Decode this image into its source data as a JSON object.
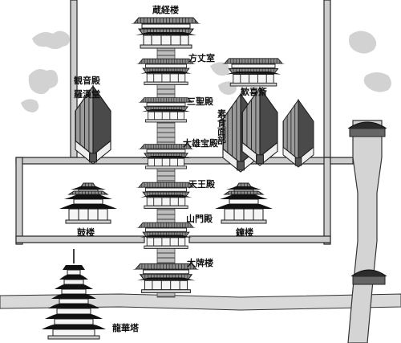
{
  "labels": {
    "zokyoro": "蔵経楼",
    "hojoshitsu": "方丈室",
    "kankisai": "歓喜斎",
    "kannonden": "観音殿",
    "rakando": "羅漢堂",
    "sanshoden": "三聖殿",
    "sojikimenbu": "素食面部",
    "daiyuhoden": "大雄宝殿",
    "tennoden": "天王殿",
    "sanmonden": "山門殿",
    "koro": "鼓楼",
    "shoro": "鐘楼",
    "daihairo": "大牌楼",
    "ryugeto": "龍華塔"
  }
}
